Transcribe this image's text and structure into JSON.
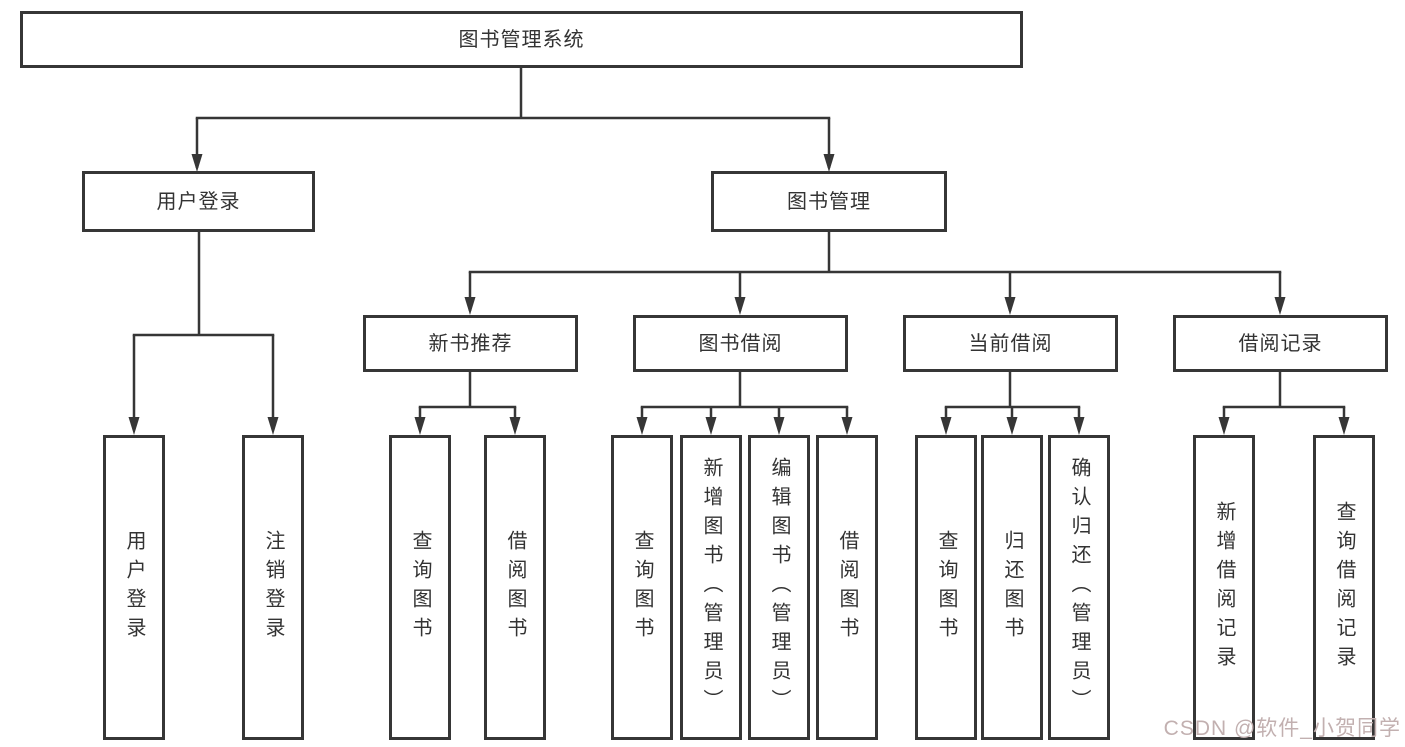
{
  "diagram": {
    "root_label": "图书管理系统",
    "login_branch": {
      "label": "用户登录",
      "children": [
        "用户登录",
        "注销登录"
      ]
    },
    "management_branch": {
      "label": "图书管理",
      "groups": [
        {
          "label": "新书推荐",
          "children": [
            "查询图书",
            "借阅图书"
          ]
        },
        {
          "label": "图书借阅",
          "children": [
            "查询图书",
            "新增图书（管理员）",
            "编辑图书（管理员）",
            "借阅图书"
          ]
        },
        {
          "label": "当前借阅",
          "children": [
            "查询图书",
            "归还图书",
            "确认归还（管理员）"
          ]
        },
        {
          "label": "借阅记录",
          "children": [
            "新增借阅记录",
            "查询借阅记录"
          ]
        }
      ]
    }
  },
  "watermark": {
    "text": "CSDN @软件_小贺同学",
    "color": "#c2b0b0"
  },
  "colors": {
    "line": "#363636",
    "text": "#333333",
    "background": "#ffffff"
  }
}
